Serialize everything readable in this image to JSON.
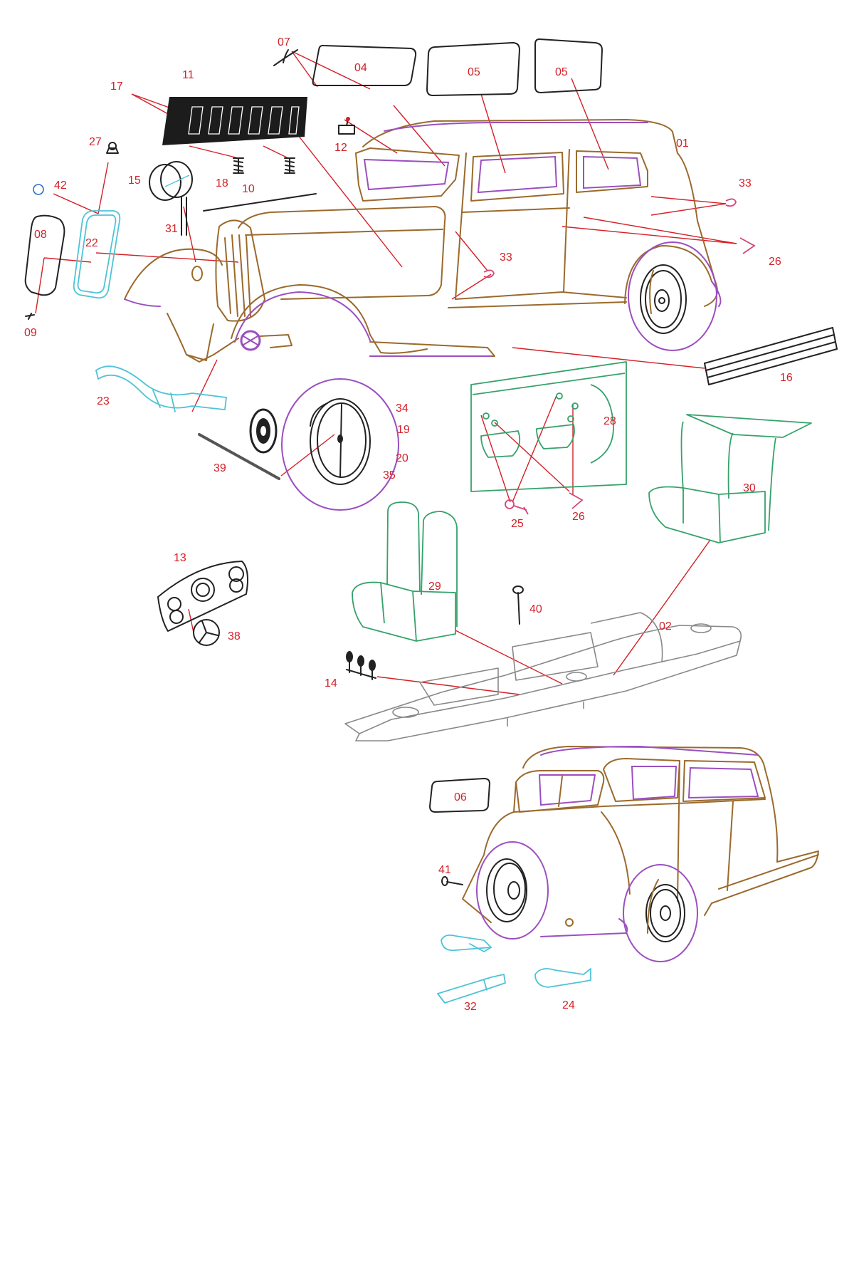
{
  "colors": {
    "label": "#d42027",
    "body": "#9a6a2c",
    "trim": "#9b4fbf",
    "glass": "#222222",
    "chassis": "#888888",
    "interior": "#35a26a",
    "exhaust": "#4ec3d6"
  },
  "labels": [
    {
      "id": "07",
      "text": "07"
    },
    {
      "id": "04",
      "text": "04"
    },
    {
      "id": "05a",
      "text": "05"
    },
    {
      "id": "05b",
      "text": "05"
    },
    {
      "id": "11",
      "text": "11"
    },
    {
      "id": "17",
      "text": "17"
    },
    {
      "id": "27",
      "text": "27"
    },
    {
      "id": "12",
      "text": "12"
    },
    {
      "id": "01",
      "text": "01"
    },
    {
      "id": "15",
      "text": "15"
    },
    {
      "id": "18",
      "text": "18"
    },
    {
      "id": "10",
      "text": "10"
    },
    {
      "id": "42",
      "text": "42"
    },
    {
      "id": "33a",
      "text": "33"
    },
    {
      "id": "31",
      "text": "31"
    },
    {
      "id": "08",
      "text": "08"
    },
    {
      "id": "22",
      "text": "22"
    },
    {
      "id": "26a",
      "text": "26"
    },
    {
      "id": "33b",
      "text": "33"
    },
    {
      "id": "09",
      "text": "09"
    },
    {
      "id": "16",
      "text": "16"
    },
    {
      "id": "23",
      "text": "23"
    },
    {
      "id": "34",
      "text": "34"
    },
    {
      "id": "28",
      "text": "28"
    },
    {
      "id": "19",
      "text": "19"
    },
    {
      "id": "20",
      "text": "20"
    },
    {
      "id": "35",
      "text": "35"
    },
    {
      "id": "39",
      "text": "39"
    },
    {
      "id": "30",
      "text": "30"
    },
    {
      "id": "25",
      "text": "25"
    },
    {
      "id": "26b",
      "text": "26"
    },
    {
      "id": "13",
      "text": "13"
    },
    {
      "id": "29",
      "text": "29"
    },
    {
      "id": "40",
      "text": "40"
    },
    {
      "id": "02",
      "text": "02"
    },
    {
      "id": "38",
      "text": "38"
    },
    {
      "id": "14",
      "text": "14"
    },
    {
      "id": "06",
      "text": "06"
    },
    {
      "id": "41",
      "text": "41"
    },
    {
      "id": "32",
      "text": "32"
    },
    {
      "id": "24",
      "text": "24"
    }
  ]
}
